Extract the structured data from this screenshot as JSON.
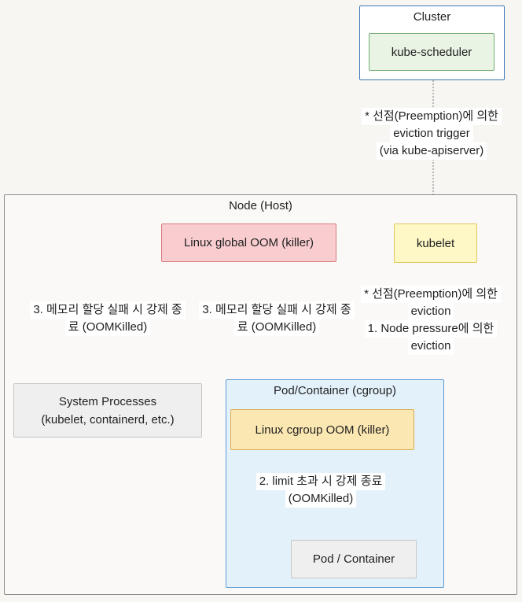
{
  "colors": {
    "line": "#8a8f91",
    "arrow": "#555c5e",
    "cluster-border": "#3f7ab8",
    "green-fill": "#e9f4e4",
    "green-border": "#74ae74",
    "pink-fill": "#f9cdd0",
    "pink-border": "#d97b7f",
    "yellow-fill": "#fdf8c5",
    "yellow-border": "#e2c75d",
    "amber-fill": "#fbe7b2",
    "amber-border": "#dcac52",
    "blue-fill": "#e3f1fb",
    "blue-border": "#5c9bd5",
    "gray-fill": "#efefef",
    "page-bg": "#f7f6f3"
  },
  "cluster": {
    "title": "Cluster",
    "scheduler_label": "kube-scheduler"
  },
  "node": {
    "title": "Node (Host)",
    "global_oom_label": "Linux global OOM (killer)",
    "kubelet_label": "kubelet",
    "system_processes": {
      "line1": "System Processes",
      "line2": "(kubelet, containerd, etc.)"
    },
    "cgroup": {
      "title": "Pod/Container (cgroup)",
      "cgroup_oom_label": "Linux cgroup OOM (killer)",
      "pod_label": "Pod / Container"
    }
  },
  "edge_labels": {
    "preemption_trigger": {
      "line1": "* 선점(Preemption)에 의한",
      "line2": "eviction trigger",
      "line3": "(via kube-apiserver)"
    },
    "global_oom_left": {
      "line1": "3. 메모리 할당 실패 시 강제 종",
      "line2": "료 (OOMKilled)"
    },
    "global_oom_mid": {
      "line1": "3. 메모리 할당 실패 시 강제 종",
      "line2": "료 (OOMKilled)"
    },
    "kubelet_eviction": {
      "line1": "* 선점(Preemption)에 의한",
      "line2": "eviction",
      "line3": "1. Node pressure에 의한",
      "line4": "eviction"
    },
    "cgroup_limit": {
      "line1": "2. limit 초과 시 강제 종료",
      "line2": "(OOMKilled)"
    }
  }
}
